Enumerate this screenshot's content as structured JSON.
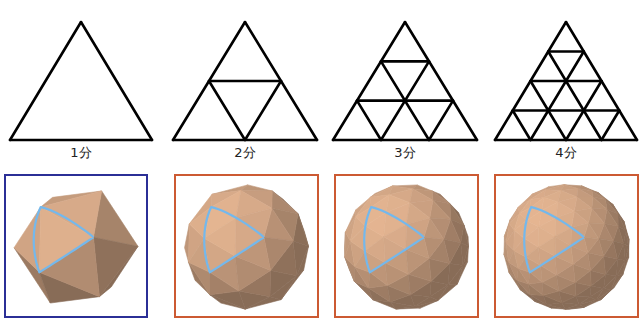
{
  "diagram": {
    "labels": [
      "1分",
      "2分",
      "3分",
      "4分"
    ]
  }
}
